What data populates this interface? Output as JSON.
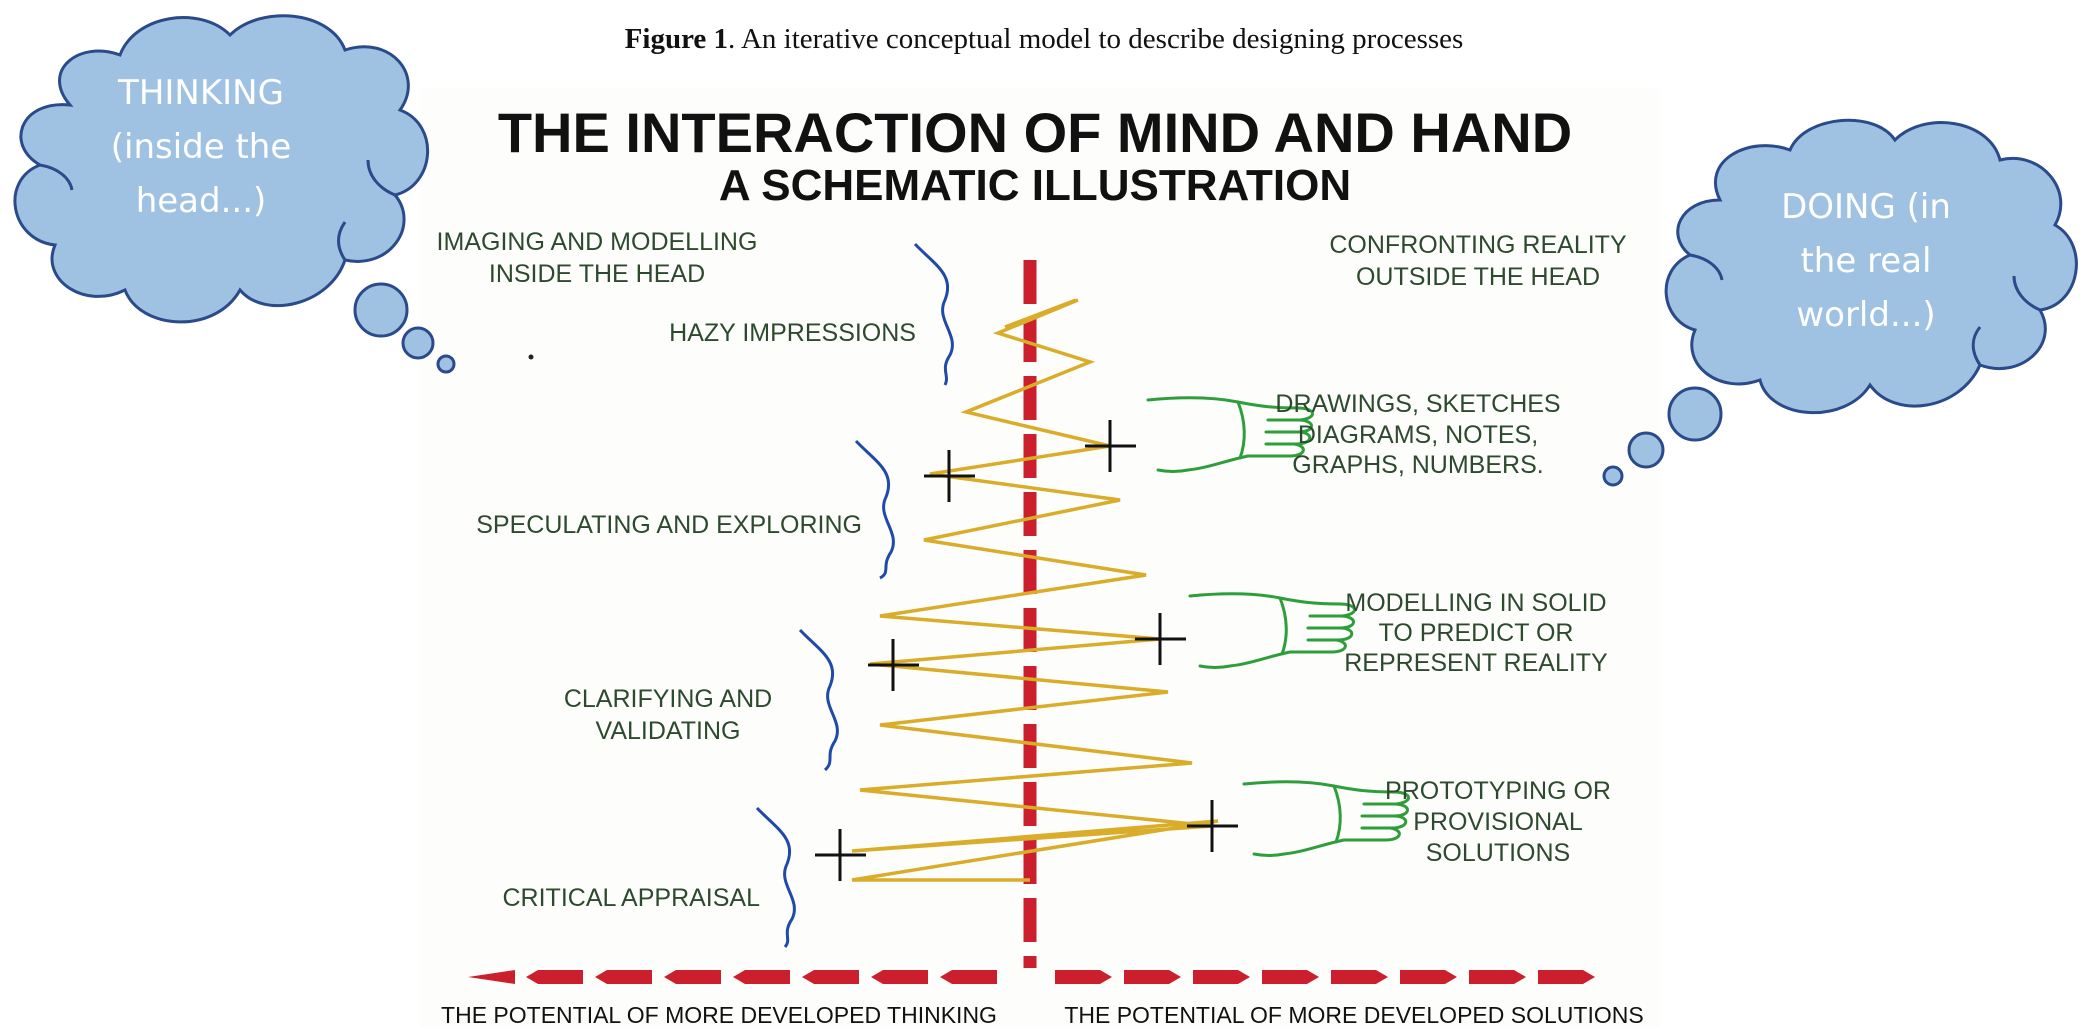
{
  "caption": {
    "label": "Figure 1",
    "text": ". An iterative conceptual model to describe designing processes"
  },
  "diagram": {
    "title": "THE INTERACTION OF MIND AND HAND",
    "subtitle": "A SCHEMATIC ILLUSTRATION",
    "left_header": [
      "IMAGING AND MODELLING",
      "INSIDE THE HEAD"
    ],
    "right_header": [
      "CONFRONTING REALITY",
      "OUTSIDE THE HEAD"
    ],
    "left_stages": {
      "hazy": "HAZY IMPRESSIONS",
      "speculating": "SPECULATING AND EXPLORING",
      "clarifying": [
        "CLARIFYING AND",
        "VALIDATING"
      ],
      "critical": "CRITICAL APPRAISAL"
    },
    "right_stages": {
      "drawings": [
        "DRAWINGS, SKETCHES",
        "DIAGRAMS, NOTES,",
        "GRAPHS, NUMBERS."
      ],
      "modelling": [
        "MODELLING IN SOLID",
        "TO PREDICT OR",
        "REPRESENT REALITY"
      ],
      "prototyping": [
        "PROTOTYPING OR",
        "PROVISIONAL",
        "SOLUTIONS"
      ]
    },
    "bottom_left": "THE POTENTIAL OF MORE DEVELOPED THINKING",
    "bottom_right": "THE POTENTIAL OF MORE DEVELOPED SOLUTIONS"
  },
  "thought_clouds": {
    "thinking": [
      "THINKING",
      "(inside the",
      "head...)"
    ],
    "doing": [
      "DOING (in",
      "the real",
      "world...)"
    ]
  },
  "colors": {
    "cloud_fill": "#9fc2e2",
    "cloud_stroke": "#2a4a8a",
    "zigzag": "#d9ad2a",
    "axis_red": "#cc1f2e",
    "squiggle_blue": "#1f4aa8",
    "hand_green": "#2e9e3a",
    "diagram_text": "#2e4a2e"
  },
  "icons": [
    "hand-icon",
    "squiggle-icon",
    "cross-marker-icon"
  ]
}
